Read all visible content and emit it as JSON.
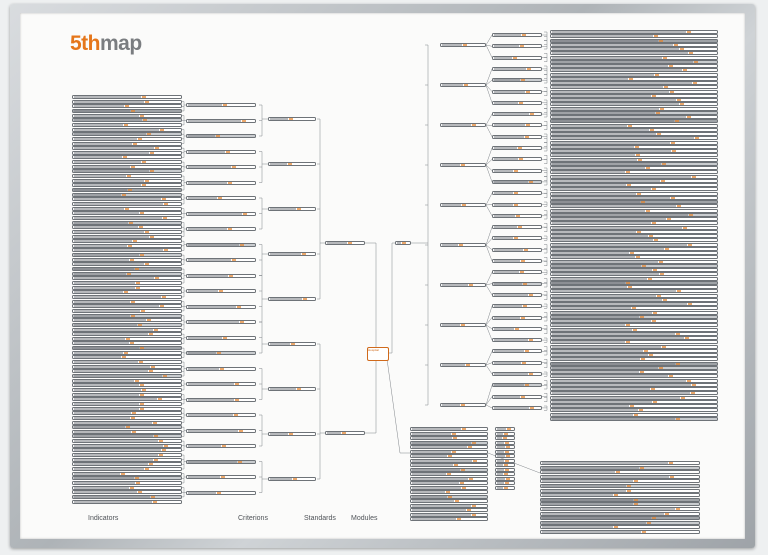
{
  "logo": {
    "part1": "5th",
    "part2": "map"
  },
  "columns": [
    "Indicators",
    "Criterions",
    "Standards",
    "Modules"
  ],
  "center_label": "Hospital",
  "colors": {
    "accent": "#e5761a",
    "frame": "#b3b8bc",
    "line": "#6e7378"
  },
  "icons": [
    "frame-border"
  ]
}
